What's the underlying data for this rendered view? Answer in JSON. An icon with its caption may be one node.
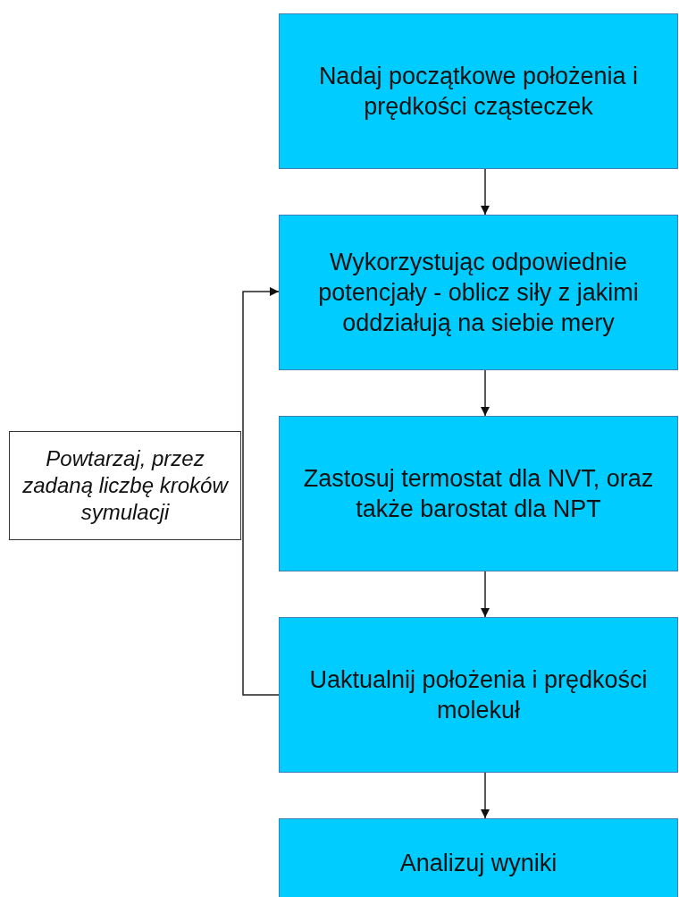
{
  "diagram": {
    "nodes": [
      {
        "text": [
          "Nadaj początkowe położenia i prędkości cząsteczek"
        ]
      },
      {
        "text": [
          "Wykorzystując odpowiednie potencjały - oblicz siły z jakimi oddziałują na siebie mery"
        ]
      },
      {
        "text": [
          "Zastosuj termostat dla NVT, oraz także barostat dla NPT"
        ]
      },
      {
        "text": [
          "Uaktualnij położenia i prędkości molekuł"
        ]
      },
      {
        "text": [
          "Analizuj wyniki"
        ]
      },
      {
        "text": [
          "Powtarzaj, przez zadaną liczbę kroków symulacji"
        ]
      }
    ],
    "edges": [
      {
        "from": 0,
        "to": 1,
        "arrow": "to"
      },
      {
        "from": 1,
        "to": 2,
        "arrow": "to"
      },
      {
        "from": 2,
        "to": 3,
        "arrow": "to"
      },
      {
        "from": 3,
        "to": 4,
        "arrow": "to"
      },
      {
        "from": 3,
        "to": 1,
        "arrow": "to"
      }
    ]
  }
}
